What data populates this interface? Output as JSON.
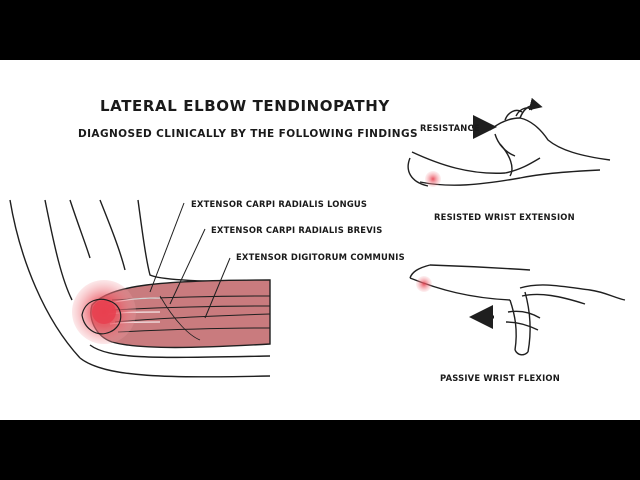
{
  "diagram": {
    "title": "LATERAL ELBOW TENDINOPATHY",
    "subtitle": "DIAGNOSED CLINICALLY BY THE FOLLOWING FINDINGS",
    "muscles": [
      "EXTENSOR CARPI RADIALIS LONGUS",
      "EXTENSOR CARPI RADIALIS BREVIS",
      "EXTENSOR DIGITORUM COMMUNIS"
    ],
    "tests": {
      "resisted": {
        "label": "RESISTED WRIST EXTENSION",
        "force_label": "RESISTANCE"
      },
      "passive": {
        "label": "PASSIVE WRIST FLEXION"
      }
    },
    "colors": {
      "muscle": "#c97b7e",
      "pain": "#e8404f",
      "outline": "#1f1f1f"
    }
  }
}
